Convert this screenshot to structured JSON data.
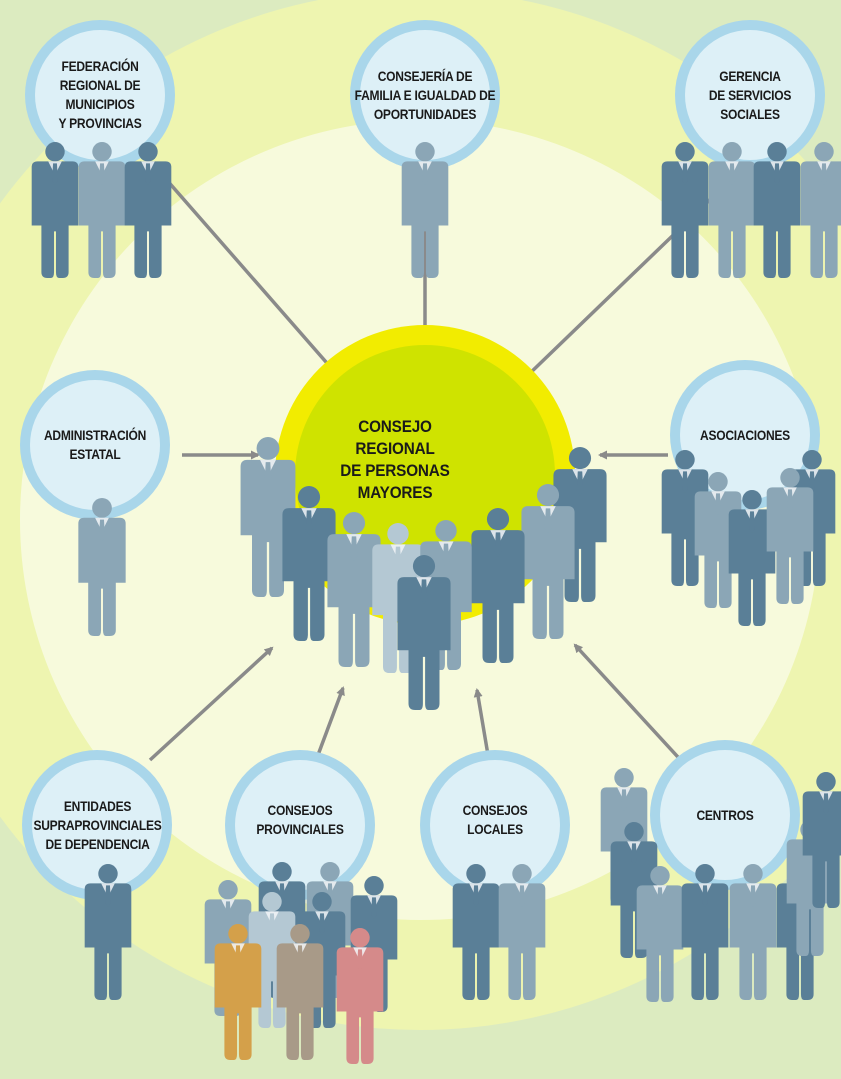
{
  "center": {
    "label": "CONSEJO\nREGIONAL\nDE PERSONAS\nMAYORES"
  },
  "nodes": [
    {
      "id": "federacion",
      "label": "FEDERACIÓN\nREGIONAL DE\nMUNICIPIOS\nY PROVINCIAS"
    },
    {
      "id": "consejeria",
      "label": "CONSEJERÍA DE\nFAMILIA E IGUALDAD DE\nOPORTUNIDADES"
    },
    {
      "id": "gerencia",
      "label": "GERENCIA\nDE SERVICIOS\nSOCIALES"
    },
    {
      "id": "administracion",
      "label": "ADMINISTRACIÓN\nESTATAL"
    },
    {
      "id": "asociaciones",
      "label": "ASOCIACIONES"
    },
    {
      "id": "entidades",
      "label": "ENTIDADES\nSUPRAPROVINCIALES\nDE DEPENDENCIA"
    },
    {
      "id": "consejos-provinciales",
      "label": "CONSEJOS\nPROVINCIALES"
    },
    {
      "id": "consejos-locales",
      "label": "CONSEJOS\nLOCALES"
    },
    {
      "id": "centros",
      "label": "CENTROS"
    }
  ],
  "edges": [
    {
      "from": "federacion",
      "to": "center"
    },
    {
      "from": "consejeria",
      "to": "center"
    },
    {
      "from": "gerencia",
      "to": "center"
    },
    {
      "from": "administracion",
      "to": "center"
    },
    {
      "from": "asociaciones",
      "to": "center"
    },
    {
      "from": "entidades",
      "to": "center"
    },
    {
      "from": "consejos-provinciales",
      "to": "center"
    },
    {
      "from": "consejos-locales",
      "to": "center"
    },
    {
      "from": "centros",
      "to": "center"
    }
  ],
  "colors": {
    "background": "#dcebc0",
    "outer_ring": "#eef5b0",
    "inner_disc": "#f7fadc",
    "center_outer": "#f2ec00",
    "center_inner": "#cfe300",
    "node_ring": "#a9d6ea",
    "node_fill": "#ddf0f7",
    "arrow": "#8a8a8a",
    "figure_dark": "#5a7f97",
    "figure_mid": "#8ba6b6",
    "figure_light": "#b4c8d3",
    "figure_gold": "#d4a04a",
    "figure_taupe": "#a89a88",
    "figure_pink": "#d58a8a"
  }
}
